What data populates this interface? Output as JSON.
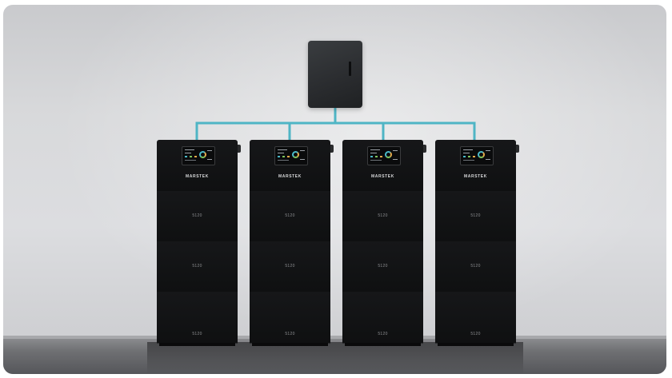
{
  "scene": {
    "description_colors": {
      "wall": "#d8d9db",
      "floor": "#6f7073",
      "cable": "#4fb5c5",
      "unit": "#121314"
    }
  },
  "stacks": [
    {
      "brand": "MARSTEK",
      "modules": [
        "5120",
        "5120",
        "5120"
      ]
    },
    {
      "brand": "MARSTEK",
      "modules": [
        "5120",
        "5120",
        "5120"
      ]
    },
    {
      "brand": "MARSTEK",
      "modules": [
        "5120",
        "5120",
        "5120"
      ]
    },
    {
      "brand": "MARSTEK",
      "modules": [
        "5120",
        "5120",
        "5120"
      ]
    }
  ]
}
